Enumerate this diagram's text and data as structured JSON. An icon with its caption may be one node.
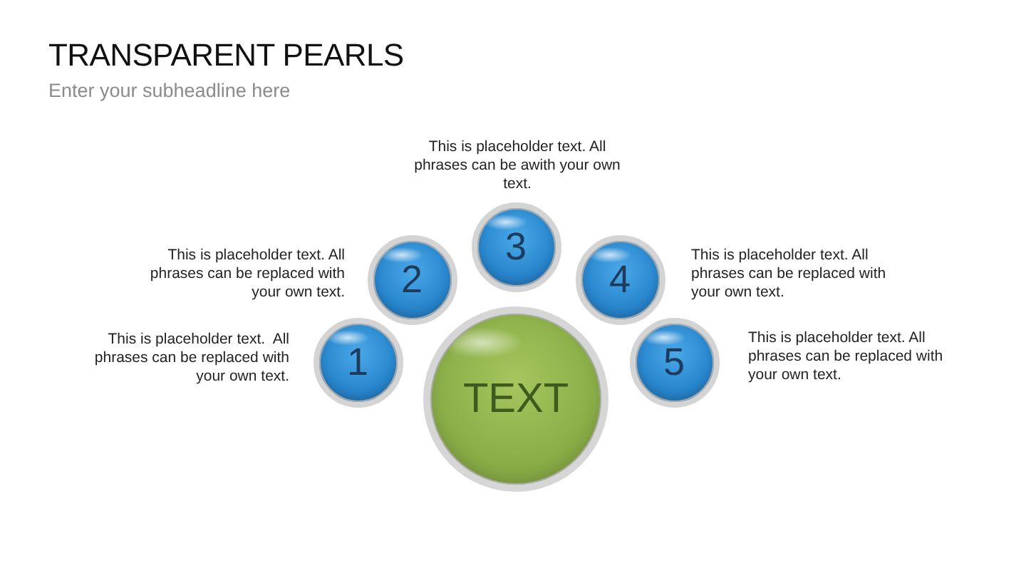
{
  "diagram": {
    "title": "TRANSPARENT PEARLS",
    "nodes": [
      {
        "text": [
          "1"
        ],
        "beside": [
          "This is placeholder text.  All phrases can be replaced with your own text."
        ]
      },
      {
        "text": [
          "2"
        ],
        "beside": [
          "This is placeholder text. All phrases can be replaced with your own text."
        ]
      },
      {
        "text": [
          "3"
        ],
        "beside": [
          "This is placeholder text. All phrases can be awith your own text."
        ]
      },
      {
        "text": [
          "4"
        ],
        "beside": [
          "This is placeholder text. All phrases can be replaced with your own text."
        ]
      },
      {
        "text": [
          "5"
        ],
        "beside": [
          "This is placeholder text. All phrases can be replaced with your own text."
        ]
      },
      {
        "text": [
          "TEXT"
        ]
      }
    ],
    "labels": [
      "Enter your subheadline here"
    ]
  }
}
